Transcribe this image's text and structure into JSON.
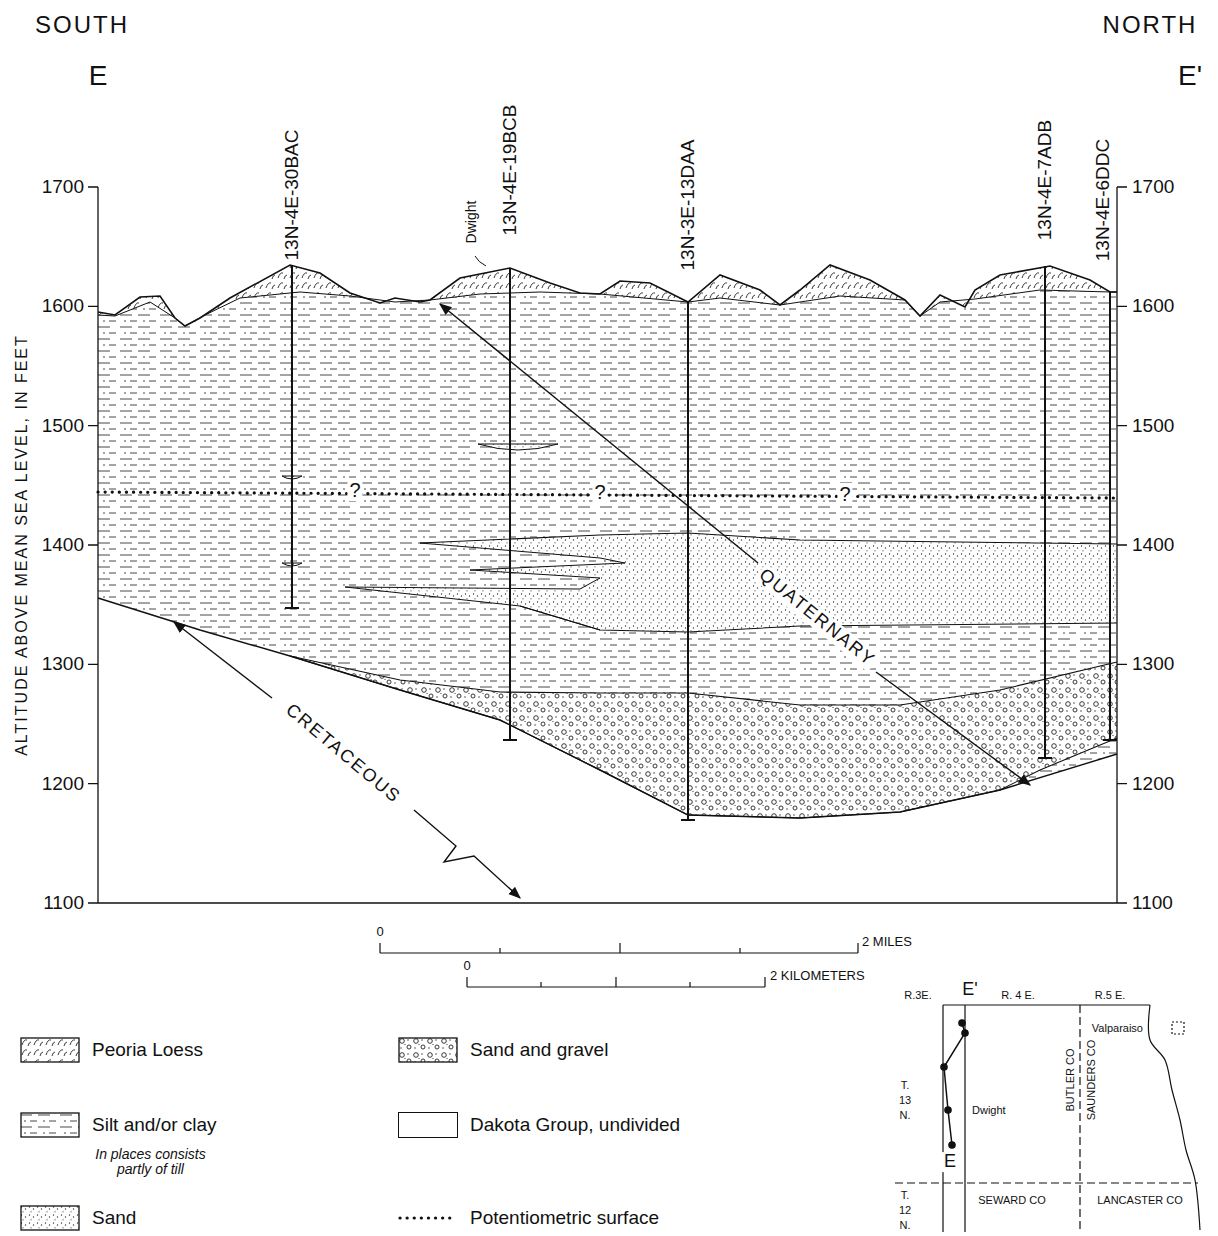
{
  "diagram": {
    "labels": [
      "SOUTH",
      "NORTH",
      "E",
      "E'",
      "13N-4E-30BAC",
      "Dwight",
      "13N-4E-19BCB",
      "13N-3E-13DAA",
      "13N-4E-7ADB",
      "13N-4E-6DDC",
      "1700",
      "1600",
      "1500",
      "1400",
      "1300",
      "1200",
      "1100",
      "1700",
      "1600",
      "1500",
      "1400",
      "1300",
      "1200",
      "1100",
      "ALTITUDE ABOVE MEAN SEA LEVEL, IN FEET",
      "?",
      "?",
      "?",
      "QUATERNARY",
      "CRETACEOUS",
      "0",
      "2 MILES",
      "0",
      "2 KILOMETERS",
      "In places consists partly of till",
      "R.3E.",
      "E'",
      "R. 4 E.",
      "R.5 E.",
      "T.",
      "13",
      "N.",
      "Dwight",
      "BUTLER CO",
      "SAUNDERS CO",
      "Valparaiso",
      "E",
      "T.",
      "12",
      "N.",
      "SEWARD CO",
      "LANCASTER CO"
    ],
    "legend": [
      {
        "text": "Peoria Loess"
      },
      {
        "text": "Silt and/or clay"
      },
      {
        "text": "Sand"
      },
      {
        "text": "Sand and gravel"
      },
      {
        "text": "Dakota Group, undivided",
        "color": "#ffffff"
      },
      {
        "text": "Potentiometric surface"
      }
    ]
  }
}
